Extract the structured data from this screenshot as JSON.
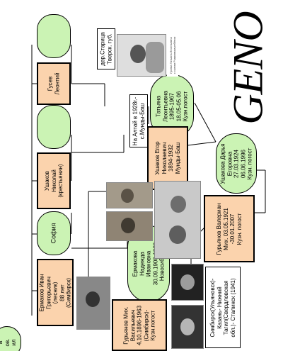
{
  "logo": {
    "text": "GENO"
  },
  "boxes": [
    {
      "id": "gusev",
      "lines": [
        "Гусев",
        "Леонтий"
      ]
    },
    {
      "id": "ushakov_nik",
      "lines": [
        "Ушаков",
        "Николай",
        "(крестьянин)"
      ]
    },
    {
      "id": "ushakov_egor",
      "lines": [
        "Ушаков Егор",
        "Николаевич",
        "1894-1932",
        "Мунды-Баш"
      ]
    },
    {
      "id": "ermakov",
      "lines": [
        "Ермаков Иван",
        "Григорьевич",
        "(лесник)",
        "88 лет",
        "(Симбирск)"
      ]
    },
    {
      "id": "guryanov_mikh",
      "lines": [
        "Гурьянов Мих.",
        "Васильевич",
        "4.10.1896-1963",
        "(Симбирск)-",
        "Кузн.погост"
      ]
    },
    {
      "id": "guryanov_valer",
      "lines": [
        "Гурьянов Валериан",
        "Мих. 03.05.1921",
        "-30.01.2007",
        "Кузн. погост"
      ]
    }
  ],
  "ovals": [
    {
      "id": "sofia",
      "lines": [
        "София"
      ]
    },
    {
      "id": "tatiana",
      "lines": [
        "Татьяна",
        "Леонтьевна",
        "1895-1967",
        "18.05-05.06",
        "Кузн.погост"
      ]
    },
    {
      "id": "ermakova",
      "lines": [
        "Ермакова",
        "Надежда",
        "Ивановна",
        "30.09.1900-1989",
        "Новосибирск"
      ]
    },
    {
      "id": "ushakova",
      "lines": [
        "Ушакова Дарья",
        "Егоровна",
        "27.03.1924",
        "06.06.1996",
        "Кузн. погост"
      ]
    },
    {
      "id": "cut_left",
      "lines": [
        "а",
        "ов.",
        "ил"
      ]
    }
  ],
  "notes": [
    {
      "id": "staritsa",
      "lines": [
        "дер.Старица",
        "Тверск. губ."
      ]
    },
    {
      "id": "altai",
      "lines": [
        "На Алтай в 1928г.-",
        "с.Мунды-Баш"
      ]
    },
    {
      "id": "simbirsk",
      "lines": [
        "Симбирск(Ульяновск)-",
        "Казань- Нижний",
        "Тагил(Свердловская",
        "обл.)- Сталинск (1941)"
      ]
    }
  ],
  "photo_caption": {
    "lines": [
      "Гусева Татьяна Леонтьевна",
      "с сыном Рыжковым ребёнок"
    ]
  }
}
